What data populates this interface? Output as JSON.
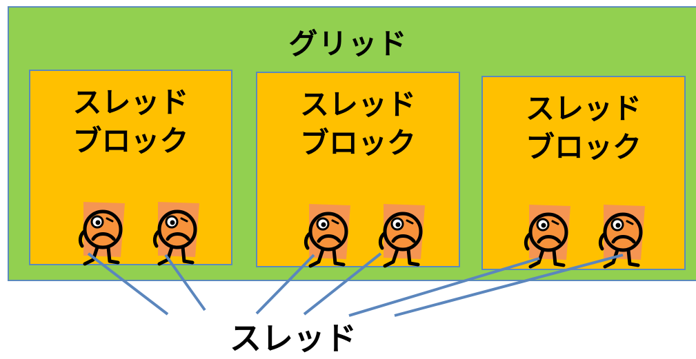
{
  "grid": {
    "label": "グリッド"
  },
  "blocks": [
    {
      "line1": "スレッド",
      "line2": "ブロック"
    },
    {
      "line1": "スレッド",
      "line2": "ブロック"
    },
    {
      "line1": "スレッド",
      "line2": "ブロック"
    }
  ],
  "threads_label": "スレッド",
  "colors": {
    "grid": "#92d050",
    "block": "#ffc000",
    "border": "#5a8abb",
    "thread_face": "#f7923b",
    "thread_bg": "#f59552",
    "connector": "#5b86bd"
  }
}
